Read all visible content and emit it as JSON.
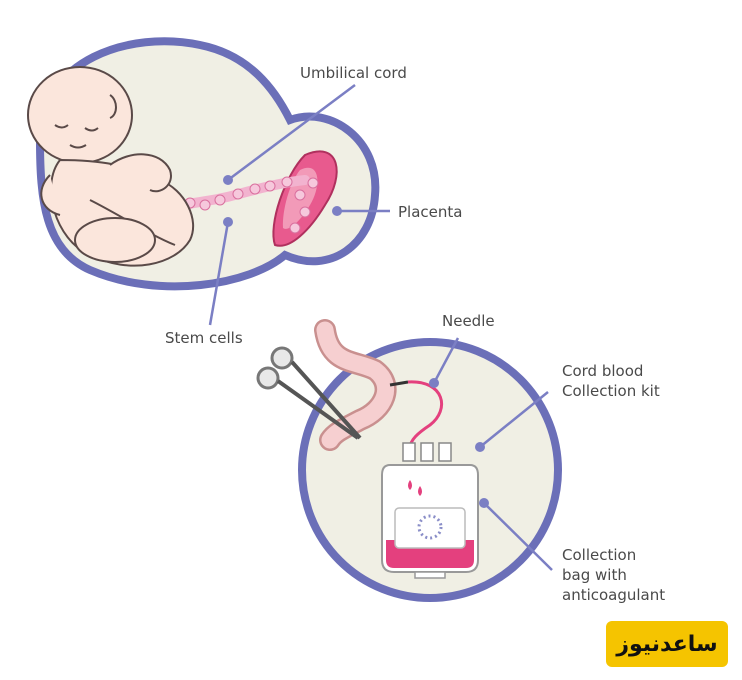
{
  "labels": {
    "umbilical_cord": "Umbilical cord",
    "placenta": "Placenta",
    "stem_cells": "Stem cells",
    "needle": "Needle",
    "collection_kit_line1": "Cord blood",
    "collection_kit_line2": "Collection kit",
    "collection_bag_line1": "Collection",
    "collection_bag_line2": "bag with",
    "collection_bag_line3": "anticoagulant"
  },
  "watermark": "ساعدنیوز",
  "colors": {
    "outline": "#6b6fb8",
    "background_fill": "#f0efe4",
    "skin": "#fbe6dc",
    "cord": "#f2b3cf",
    "blood": "#e4407e",
    "clamp": "#8a8a8a",
    "logo_bg": "#f5c400"
  }
}
